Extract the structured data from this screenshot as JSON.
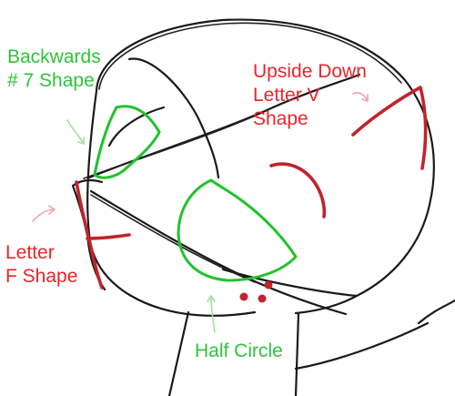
{
  "labels": {
    "backwards7": [
      "Backwards",
      "# 7 Shape"
    ],
    "upsideDownV": [
      "Upside Down",
      "Letter V",
      "Shape"
    ],
    "letterF": [
      "Letter",
      "F Shape"
    ],
    "halfCircle": "Half Circle"
  },
  "colors": {
    "green_label": "#2fc43a",
    "red_label": "#e8252b",
    "green_stroke": "#22c22e",
    "red_stroke": "#c0242c",
    "green_arrow": "#9ee39e",
    "red_arrow": "#f2a3a3",
    "ink": "#1a1a1a"
  }
}
